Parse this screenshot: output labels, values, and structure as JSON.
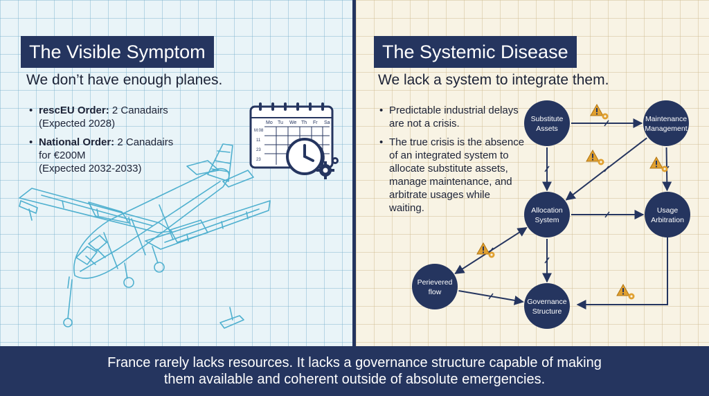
{
  "left": {
    "title": "The Visible Symptom",
    "subtitle": "We don’t have enough planes.",
    "bullets": [
      {
        "label": "rescEU Order:",
        "lines": [
          "2 Canadairs",
          "(Expected 2028)"
        ]
      },
      {
        "label": "National Order:",
        "lines": [
          "2 Canadairs",
          "for €200M",
          "(Expected 2032-2033)"
        ]
      }
    ],
    "calendar": {
      "days": [
        "Mo",
        "Tu",
        "We",
        "Th",
        "Fr",
        "Sa"
      ],
      "row_labels": [
        "M:08",
        "11",
        "23",
        "23"
      ]
    }
  },
  "right": {
    "title": "The Systemic Disease",
    "subtitle": "We lack a system to integrate them.",
    "bullets": [
      "Predictable industrial delays are not a crisis.",
      "The true crisis is the absence of an integrated system to allocate substitute assets, manage maintenance, and arbitrate usages while waiting."
    ],
    "diagram": {
      "nodes": [
        {
          "id": "substitute",
          "label": [
            "Substitute",
            "Assets"
          ]
        },
        {
          "id": "maintenance",
          "label": [
            "Maintenance",
            "Management"
          ]
        },
        {
          "id": "allocation",
          "label": [
            "Allocation",
            "System"
          ]
        },
        {
          "id": "usage",
          "label": [
            "Usage",
            "Arbitration"
          ]
        },
        {
          "id": "perievered",
          "label": [
            "Perievered",
            "flow"
          ]
        },
        {
          "id": "governance",
          "label": [
            "Governance",
            "Structure"
          ]
        }
      ],
      "edges": [
        {
          "from": "substitute",
          "to": "maintenance"
        },
        {
          "from": "maintenance",
          "to": "allocation"
        },
        {
          "from": "maintenance",
          "to": "usage"
        },
        {
          "from": "substitute",
          "to": "allocation"
        },
        {
          "from": "allocation",
          "to": "usage"
        },
        {
          "from": "allocation",
          "to": "perievered"
        },
        {
          "from": "allocation",
          "to": "governance"
        },
        {
          "from": "perievered",
          "to": "governance"
        },
        {
          "from": "usage",
          "to": "governance"
        }
      ],
      "node_color": "#25355f",
      "warning_color": "#e0a030"
    }
  },
  "footer": {
    "line1": "France rarely lacks resources. It lacks a governance structure capable of making",
    "line2": "them available and coherent outside of absolute emergencies."
  },
  "colors": {
    "navy": "#25355f",
    "left_bg": "#e9f4f8",
    "right_bg": "#f8f3e4",
    "plane_stroke": "#4fb0cf"
  }
}
